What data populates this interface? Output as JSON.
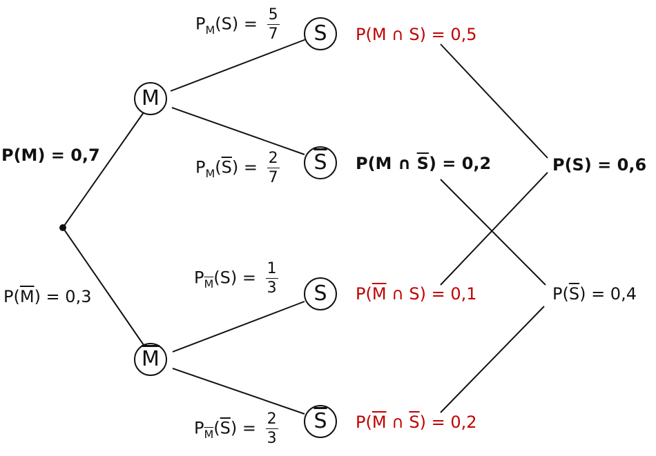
{
  "colors": {
    "line": "#111111",
    "red_label": "#c00000"
  },
  "tree": {
    "nodes": {
      "m": "M",
      "not_m": "M",
      "s_top": "S",
      "not_s_top": "S",
      "s_bottom": "S",
      "not_s_bottom": "S"
    },
    "branches": {
      "p_m": "P(M) = 0,7",
      "p_not_m": {
        "prefix": "P(",
        "bar": "M",
        "suffix": ") = 0,3"
      },
      "pm_s": {
        "p": "P",
        "sub": "M",
        "arg": "(S) =",
        "num": "5",
        "den": "7"
      },
      "pm_not_s": {
        "p": "P",
        "sub": "M",
        "arg_open": "(",
        "arg_bar": "S",
        "arg_close": ") =",
        "num": "2",
        "den": "7"
      },
      "pnotm_s": {
        "p": "P",
        "sub": "M",
        "arg": "(S) =",
        "num": "1",
        "den": "3"
      },
      "pnotm_not_s": {
        "p": "P",
        "sub": "M",
        "arg_open": "(",
        "arg_bar": "S",
        "arg_close": ") =",
        "num": "2",
        "den": "3"
      }
    },
    "joint": {
      "m_and_s": "P(M ∩ S) = 0,5",
      "m_and_not_s": {
        "a": "P(M ∩ ",
        "bar": "S",
        "b": ") = 0,2"
      },
      "not_m_and_s": {
        "a": "P(",
        "bar": "M",
        "b": " ∩ S) = 0,1"
      },
      "not_m_and_not_s": {
        "a": "P(",
        "bar1": "M",
        "mid": " ∩ ",
        "bar2": "S",
        "b": ") = 0,2"
      }
    },
    "totals": {
      "p_s": "P(S) = 0,6",
      "p_not_s": {
        "a": "P(",
        "bar": "S",
        "b": ") = 0,4"
      }
    }
  }
}
